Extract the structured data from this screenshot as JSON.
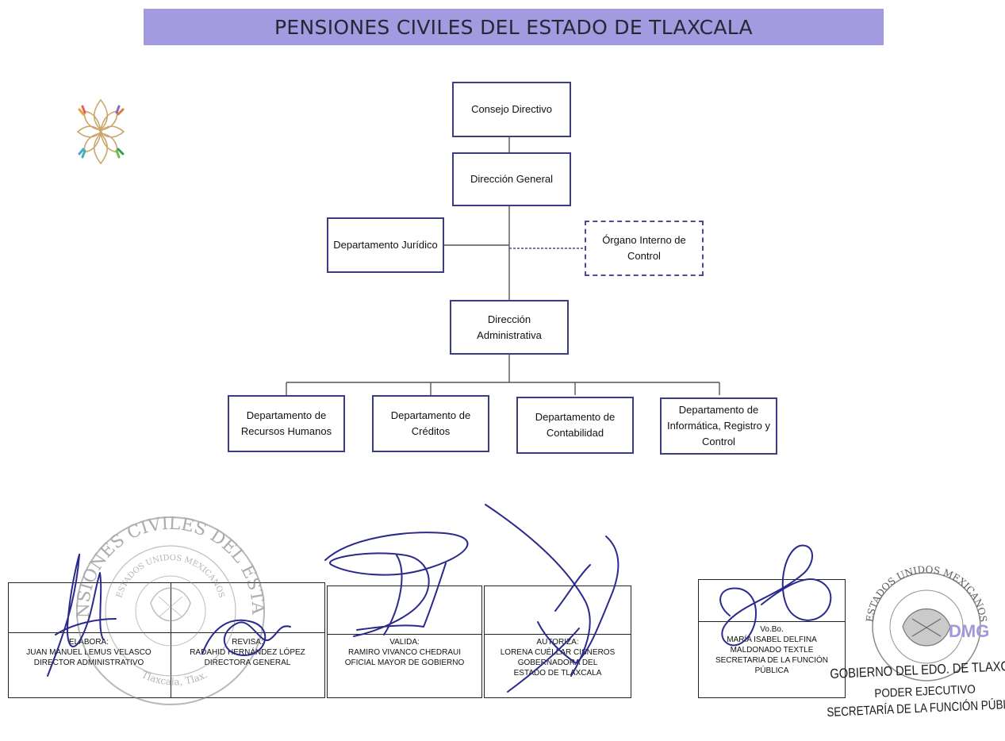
{
  "title": "PENSIONES CIVILES DEL ESTADO DE TLAXCALA",
  "org_chart": {
    "consejo": "Consejo Directivo",
    "direccion_general": "Dirección General",
    "juridico": "Departamento Jurídico",
    "control": "Órgano Interno de Control",
    "administrativa": "Dirección Administrativa",
    "departments": [
      {
        "line1": "Departamento de",
        "line2": "Recursos Humanos",
        "line3": ""
      },
      {
        "line1": "Departamento de",
        "line2": "Créditos",
        "line3": ""
      },
      {
        "line1": "Departamento de",
        "line2": "Contabilidad",
        "line3": ""
      },
      {
        "line1": "Departamento de",
        "line2": "Informática, Registro y",
        "line3": "Control"
      }
    ]
  },
  "signatures": {
    "elabora": {
      "role": "ELABORA:",
      "name": "JUAN MANUEL LEMUS VELASCO",
      "position": "DIRECTOR ADMINISTRATIVO"
    },
    "revisa": {
      "role": "REVISA:",
      "name": "RADAHID HERNÁNDEZ LÓPEZ",
      "position": "DIRECTORA GENERAL"
    },
    "valida": {
      "role": "VALIDA:",
      "name": "RAMIRO VIVANCO CHEDRAUI",
      "position": "OFICIAL MAYOR DE GOBIERNO"
    },
    "autoriza": {
      "role": "AUTORIZA:",
      "name": "LORENA CUÉLLAR CISNEROS",
      "position1": "GOBERNADORA DEL",
      "position2": "ESTADO DE TLAXCALA"
    },
    "vobo": {
      "role": "Vo.Bo.",
      "name1": "MARÍA ISABEL DELFINA",
      "name2": "MALDONADO TEXTLE",
      "position1": "SECRETARIA DE LA FUNCIÓN",
      "position2": "PÚBLICA"
    }
  },
  "seal_left": {
    "line1": "PENSIONES CIVILES DEL ESTADO",
    "line2": "ESTADOS UNIDOS MEXICANOS",
    "line3": "Tlaxcala, Tlax."
  },
  "seal_right": {
    "line1": "ESTADOS UNIDOS MEXICANOS",
    "badge": "DMG"
  },
  "stamp": {
    "line1": "GOBIERNO DEL EDO. DE TLAXCALA",
    "line2": "PODER EJECUTIVO",
    "line3": "SECRETARÍA DE LA FUNCIÓN PÚBLICA"
  },
  "colors": {
    "banner": "#a39be0",
    "box_border": "#3c3c80",
    "signature_ink": "#2b2a8c",
    "seal_ink": "#7d7d7d"
  }
}
